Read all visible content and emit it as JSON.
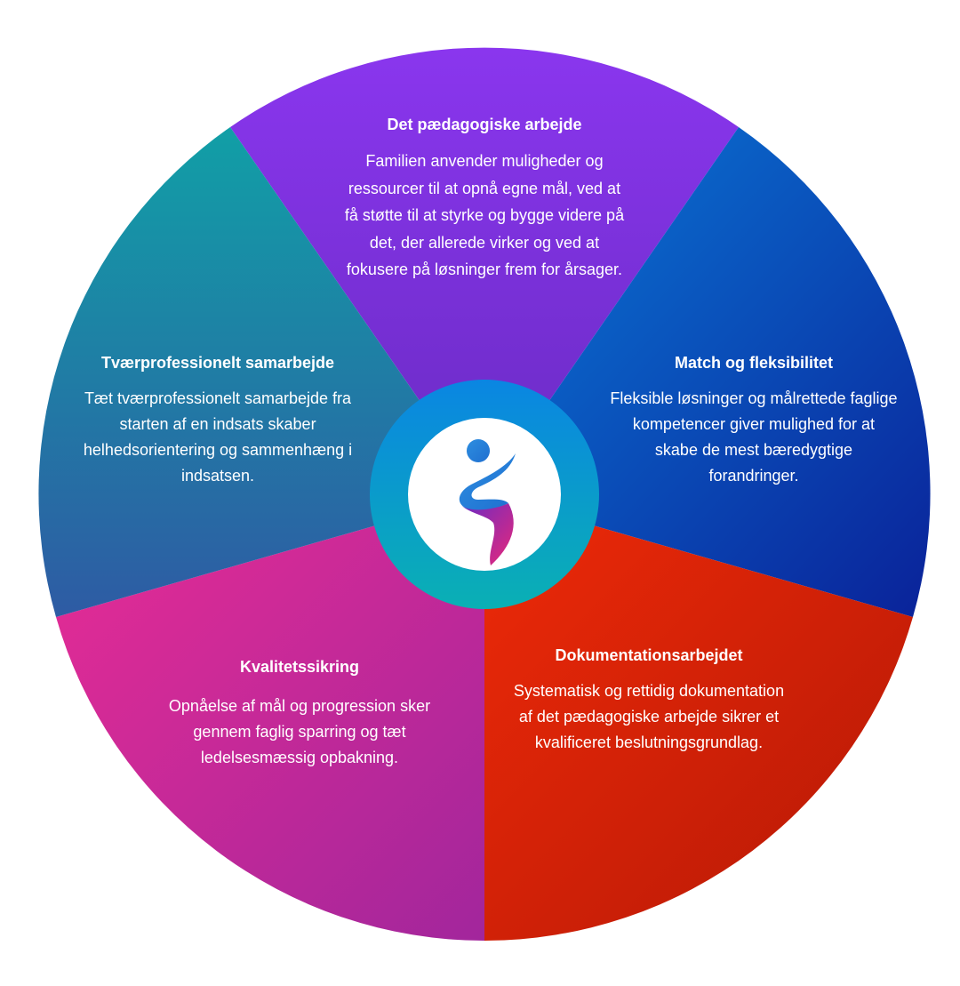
{
  "segments": [
    {
      "id": "paedagogiske",
      "title": "Det pædagogiske arbejde",
      "body": "Familien anvender muligheder og ressourcer til at opnå egne mål, ved at få støtte til at styrke og bygge videre på det, der allerede virker og ved at fokusere på løsninger frem for årsager.",
      "gradient": [
        "#8a36ee",
        "#6a2bc4"
      ]
    },
    {
      "id": "match",
      "title": "Match og fleksibilitet",
      "body": "Fleksible løsninger og målrettede faglige kompetencer giver mulighed for at skabe de mest bæredygtige forandringer.",
      "gradient": [
        "#0a7ad8",
        "#0a2299"
      ]
    },
    {
      "id": "dokumentation",
      "title": "Dokumentationsarbejdet",
      "body": "Systematisk og rettidig dokumentation af det pædagogiske arbejde sikrer et kvalificeret beslutningsgrundlag.",
      "gradient": [
        "#ee2a08",
        "#b41806"
      ]
    },
    {
      "id": "kvalitet",
      "title": "Kvalitetssikring",
      "body": "Opnåelse af mål og progression sker gennem faglig sparring og tæt ledelsesmæssig opbakning.",
      "gradient": [
        "#e82c94",
        "#a2269c"
      ]
    },
    {
      "id": "tvaerprofessionelt",
      "title": "Tværprofessionelt samarbejde",
      "body": "Tæt tværprofessionelt samarbejde fra starten af en indsats skaber helhedsorientering og sammenhæng i indsatsen.",
      "gradient": [
        "#119fa6",
        "#2e5ba4"
      ]
    }
  ],
  "center": {
    "ring_gradient": [
      "#0a86e2",
      "#0ab0b4"
    ],
    "logo_colors": [
      "#2d8ee0",
      "#6a2bc4",
      "#e8287a"
    ]
  }
}
